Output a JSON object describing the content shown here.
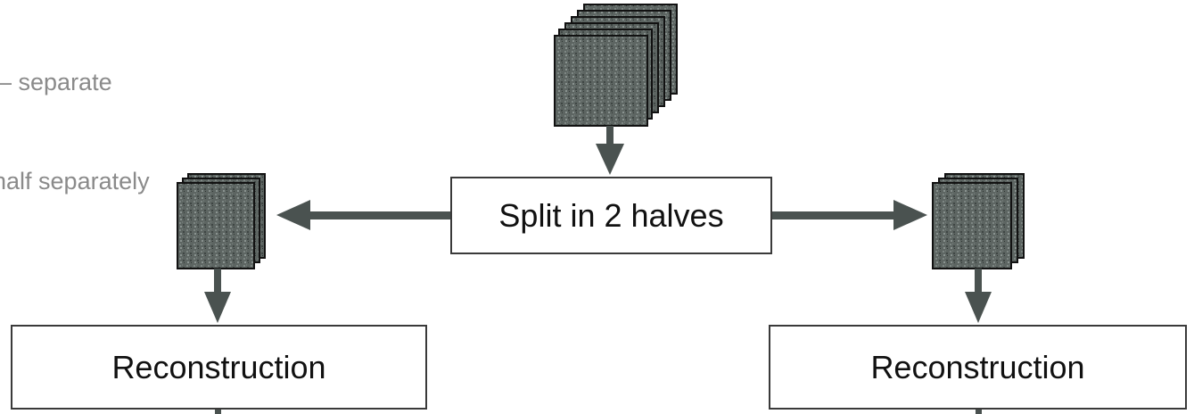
{
  "caption": {
    "line1": "– separate",
    "line2": "half separately"
  },
  "split_box": {
    "label": "Split in 2 halves"
  },
  "reconstruction_left": {
    "label": "Reconstruction"
  },
  "reconstruction_right": {
    "label": "Reconstruction"
  },
  "colors": {
    "arrow": "#4a5250",
    "box_border": "#3a3a3a",
    "caption_text": "#8a8a8a",
    "image_fill": "#5b6360"
  },
  "icons": [
    "image-stack-full-icon",
    "image-stack-half-icon",
    "arrow-icon"
  ]
}
